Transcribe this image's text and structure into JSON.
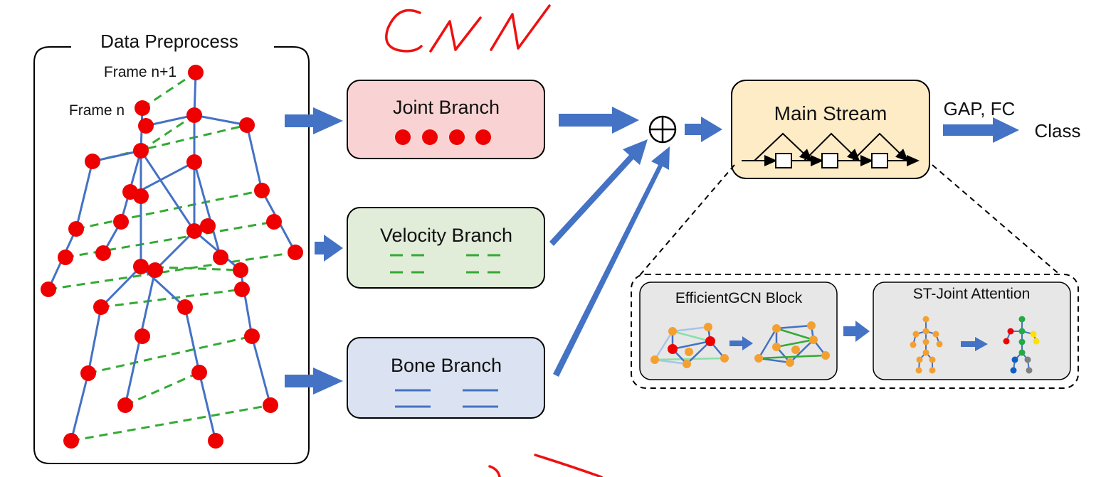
{
  "preprocess": {
    "title": "Data Preprocess",
    "frame_next": "Frame n+1",
    "frame_current": "Frame n"
  },
  "branches": {
    "joint": {
      "label": "Joint Branch",
      "fill": "#f9d3d3"
    },
    "velocity": {
      "label": "Velocity Branch",
      "fill": "#e1ecd9"
    },
    "bone": {
      "label": "Bone Branch",
      "fill": "#dbe2f1"
    }
  },
  "fusion_symbol": "⊕",
  "main_stream": {
    "label": "Main Stream",
    "fill": "#fdecc5"
  },
  "output": {
    "pool_label": "GAP, FC",
    "class_label": "Class"
  },
  "detail": {
    "efficient_block": "EfficientGCN Block",
    "st_attention": "ST-Joint Attention"
  },
  "annotation": {
    "handwritten": "CNN"
  },
  "colors": {
    "joint_red": "#ee0000",
    "bone_blue": "#4472c4",
    "temporal_green": "#33aa33",
    "arrow_blue": "#4472c4",
    "ink_red": "#ee1111"
  }
}
